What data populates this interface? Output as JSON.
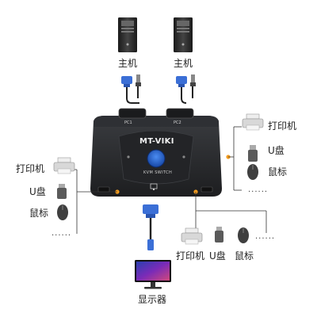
{
  "hosts": [
    {
      "label": "主机"
    },
    {
      "label": "主机"
    }
  ],
  "switch": {
    "brand": "MT-VIKI",
    "model": "KVM SWITCH",
    "ports": [
      "PC1",
      "PC2"
    ]
  },
  "left_group": {
    "items": [
      "打印机",
      "U盘",
      "鼠标"
    ],
    "more": "......"
  },
  "right_group": {
    "items": [
      "打印机",
      "U盘",
      "鼠标"
    ],
    "more": "......"
  },
  "bottom_group": {
    "items": [
      "打印机",
      "U盘",
      "鼠标"
    ],
    "more": "......"
  },
  "display": {
    "label": "显示器"
  },
  "colors": {
    "accent_dot": "#f39c1f",
    "switch_body": "#2b2d30",
    "button_blue": "#1f5fc6",
    "vga_blue": "#3b6fd6"
  }
}
